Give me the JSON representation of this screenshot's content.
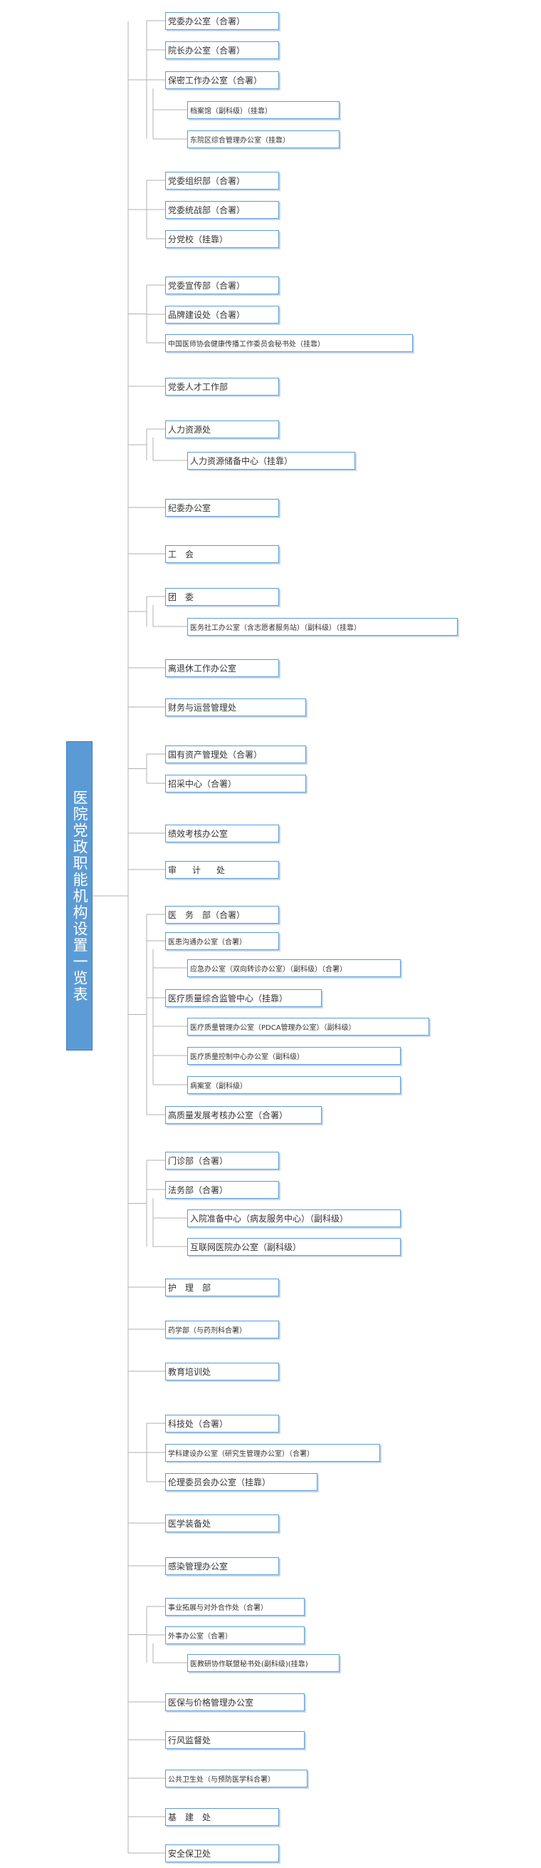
{
  "root": {
    "label": "医院党政职能机构设置一览表"
  },
  "nodes": [
    {
      "label": "党委办公室（合署）"
    },
    {
      "label": "院长办公室（合署）"
    },
    {
      "label": "保密工作办公室（合署）"
    },
    {
      "label": "档案馆（副科级）（挂靠）"
    },
    {
      "label": "东院区综合管理办公室（挂靠）"
    },
    {
      "label": "党委组织部（合署）"
    },
    {
      "label": "党委统战部（合署）"
    },
    {
      "label": "分党校（挂靠）"
    },
    {
      "label": "党委宣传部（合署）"
    },
    {
      "label": "品牌建设处（合署）"
    },
    {
      "label": "中国医师协会健康传播工作委员会秘书处（挂靠）"
    },
    {
      "label": "党委人才工作部"
    },
    {
      "label": "人力资源处"
    },
    {
      "label": "人力资源储备中心（挂靠）"
    },
    {
      "label": "纪委办公室"
    },
    {
      "label": "工　会"
    },
    {
      "label": "团　委"
    },
    {
      "label": "医务社工办公室（含志愿者服务站）（副科级）（挂靠）"
    },
    {
      "label": "离退休工作办公室"
    },
    {
      "label": "财务与运营管理处"
    },
    {
      "label": "国有资产管理处（合署）"
    },
    {
      "label": "招采中心（合署）"
    },
    {
      "label": "绩效考核办公室"
    },
    {
      "label": "审　计　处"
    },
    {
      "label": "医　务　部（合署）"
    },
    {
      "label": "医患沟通办公室（合署）"
    },
    {
      "label": "应急办公室（双向转诊办公室）（副科级）（合署）"
    },
    {
      "label": "医疗质量综合监管中心（挂靠）"
    },
    {
      "label": "医疗质量管理办公室（PDCA管理办公室）（副科级）"
    },
    {
      "label": "医疗质量控制中心办公室（副科级）"
    },
    {
      "label": "病案室（副科级）"
    },
    {
      "label": "高质量发展考核办公室（合署）"
    },
    {
      "label": "门诊部（合署）"
    },
    {
      "label": "法务部（合署）"
    },
    {
      "label": "入院准备中心（病友服务中心）（副科级）"
    },
    {
      "label": "互联网医院办公室（副科级）"
    },
    {
      "label": "护　理　部"
    },
    {
      "label": "药学部（与药剂科合署）"
    },
    {
      "label": "教育培训处"
    },
    {
      "label": "科技处（合署）"
    },
    {
      "label": "学科建设办公室（研究生管理办公室）（合署）"
    },
    {
      "label": "伦理委员会办公室（挂靠）"
    },
    {
      "label": "医学装备处"
    },
    {
      "label": "感染管理办公室"
    },
    {
      "label": "事业拓展与对外合作处（合署）"
    },
    {
      "label": "外事办公室（合署）"
    },
    {
      "label": "医教研协作联盟秘书处(副科级)(挂靠)"
    },
    {
      "label": "医保与价格管理办公室"
    },
    {
      "label": "行风监督处"
    },
    {
      "label": "公共卫生处（与预防医学科合署）"
    },
    {
      "label": "基　建　处"
    },
    {
      "label": "安全保卫处"
    }
  ]
}
